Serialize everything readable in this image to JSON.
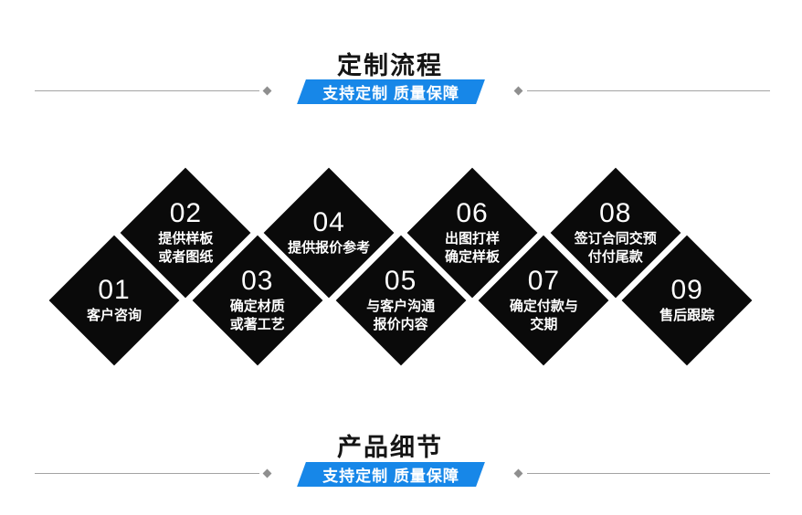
{
  "colors": {
    "accent_blue": "#1787e8",
    "diamond_black": "#0a0a0a",
    "line_gray": "#a3a3a3",
    "marker_gray": "#8f8f8f"
  },
  "sections": {
    "process": {
      "title": "定制流程",
      "banner": "支持定制 质量保障"
    },
    "details": {
      "title": "产品细节",
      "banner": "支持定制 质量保障"
    }
  },
  "steps": [
    {
      "num": "01",
      "lines": [
        "客户咨询"
      ]
    },
    {
      "num": "02",
      "lines": [
        "提供样板",
        "或者图纸"
      ]
    },
    {
      "num": "03",
      "lines": [
        "确定材质",
        "或著工艺"
      ]
    },
    {
      "num": "04",
      "lines": [
        "提供报价参考"
      ]
    },
    {
      "num": "05",
      "lines": [
        "与客户沟通",
        "报价内容"
      ]
    },
    {
      "num": "06",
      "lines": [
        "出图打样",
        "确定样板"
      ]
    },
    {
      "num": "07",
      "lines": [
        "确定付款与",
        "交期"
      ]
    },
    {
      "num": "08",
      "lines": [
        "签订合同交预",
        "付付尾款"
      ]
    },
    {
      "num": "09",
      "lines": [
        "售后跟踪"
      ]
    }
  ]
}
